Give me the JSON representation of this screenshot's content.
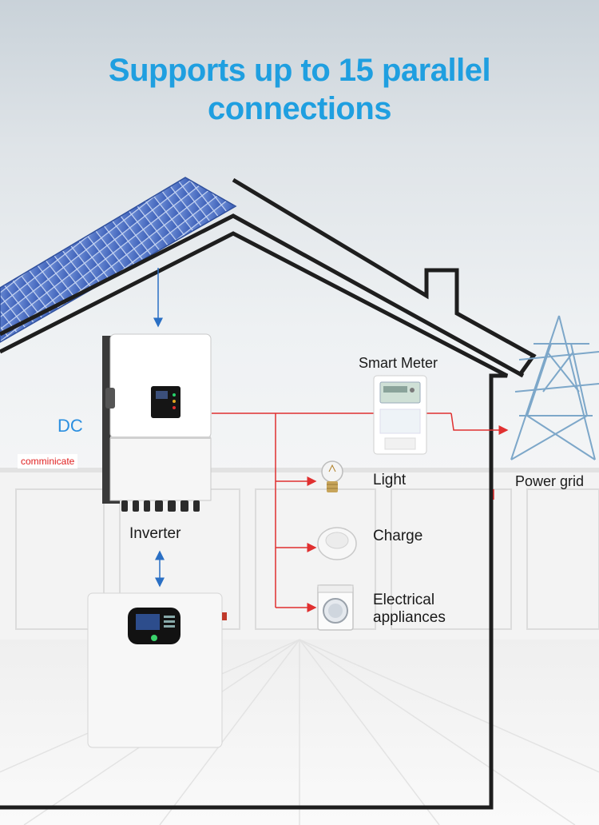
{
  "headline": {
    "line1": "Supports up to 15 parallel",
    "line2": "connections"
  },
  "labels": {
    "dc": "DC",
    "communicate": "comminicate",
    "inverter": "Inverter",
    "smart_meter": "Smart Meter",
    "light": "Light",
    "charge": "Charge",
    "electrical_appliances_line1": "Electrical",
    "electrical_appliances_line2": "appliances",
    "power_grid": "Power grid"
  },
  "colors": {
    "headline": "#1f9fe0",
    "house_outline": "#1e1e1e",
    "ac_line": "#e03030",
    "dc_line": "#2a6fc4",
    "dc_label": "#2b8fe0",
    "communicate_text": "#e02020",
    "solar_panel": "#4f74c9",
    "pylon": "#7da7c9"
  },
  "icons": {
    "solar_panel": "solar-panel-icon",
    "inverter": "inverter-icon",
    "battery": "battery-icon",
    "smart_meter": "smart-meter-icon",
    "light": "light-bulb-icon",
    "charge": "smoke-detector-icon",
    "appliance": "washing-machine-icon",
    "grid": "transmission-tower-icon"
  }
}
